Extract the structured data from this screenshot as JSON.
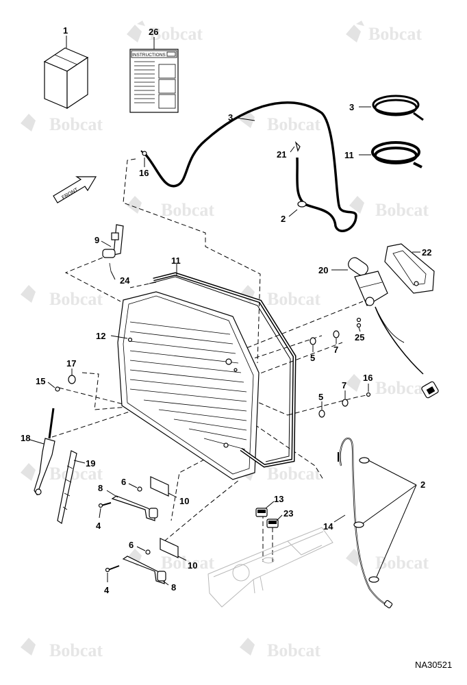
{
  "drawing_number": "NA30521",
  "watermark_text": "Bobcat",
  "instructions_label": "INSTRUCTIONS",
  "front_label": "FRONT",
  "callouts": [
    "1",
    "26",
    "3",
    "3",
    "11",
    "21",
    "16",
    "2",
    "9",
    "24",
    "11",
    "22",
    "20",
    "12",
    "25",
    "5",
    "7",
    "17",
    "15",
    "16",
    "7",
    "5",
    "18",
    "19",
    "8",
    "6",
    "10",
    "4",
    "13",
    "23",
    "2",
    "14",
    "6",
    "10",
    "4",
    "8"
  ]
}
